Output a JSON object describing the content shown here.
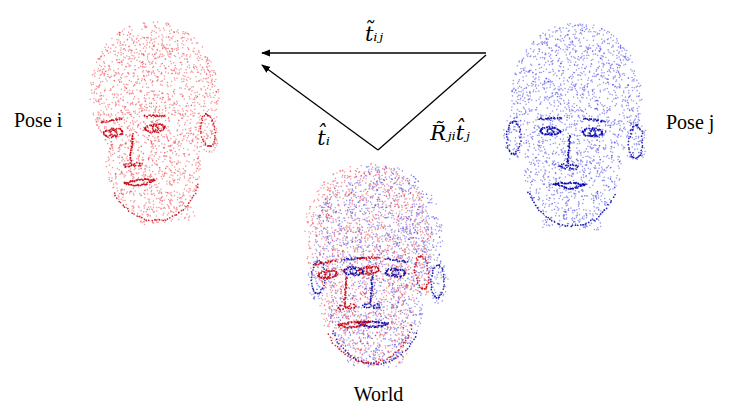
{
  "diagram": {
    "nodes": [
      {
        "text": [
          "Pose i"
        ]
      },
      {
        "text": [
          "Pose j"
        ]
      },
      {
        "text": [
          "World"
        ]
      }
    ],
    "edges": [
      {
        "from": 1,
        "to": 0,
        "arrow": "to",
        "label": "t̃ᵢⱼ"
      },
      {
        "from": 2,
        "to": 0,
        "arrow": "to",
        "label": "t̂ᵢ"
      },
      {
        "from": 2,
        "to": 1,
        "arrow": "none",
        "label": "R̃ⱼᵢt̂ⱼ"
      }
    ]
  }
}
